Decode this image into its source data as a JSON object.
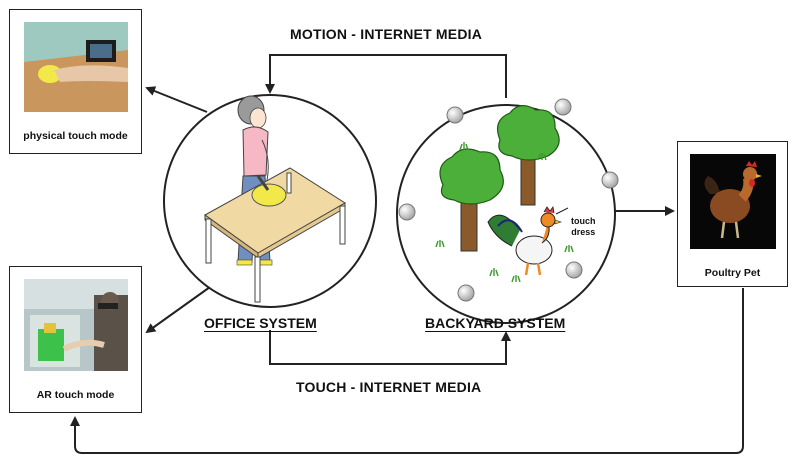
{
  "labels": {
    "motion_media": "MOTION - INTERNET MEDIA",
    "touch_media": "TOUCH - INTERNET MEDIA",
    "office_system": "OFFICE SYSTEM",
    "backyard_system": "BACKYARD  SYSTEM",
    "touch_dress_line1": "touch",
    "touch_dress_line2": "dress"
  },
  "panels": {
    "physical": {
      "caption": "physical touch mode"
    },
    "ar": {
      "caption": "AR touch mode"
    },
    "poultry": {
      "caption": "Poultry Pet"
    }
  },
  "colors": {
    "line": "#222222",
    "tree_foliage": "#4caf3a",
    "trunk": "#8a5a2b",
    "shirt": "#f6b8c4",
    "ball": "#f2e84a",
    "sensor": "#d6d6d6"
  }
}
